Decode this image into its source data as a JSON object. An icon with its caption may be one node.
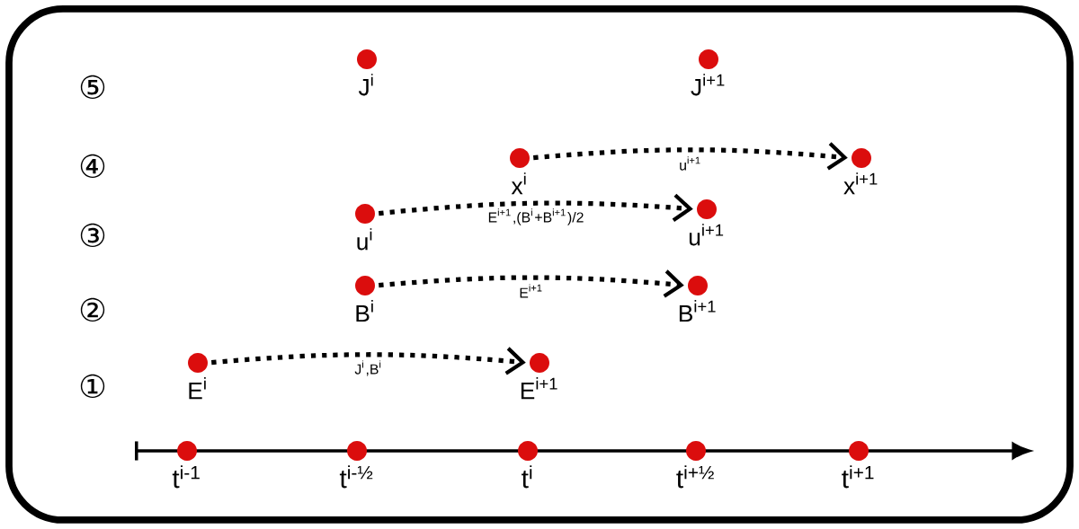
{
  "diagram": {
    "nodes": [
      {
        "text": [],
        "shape": "circle",
        "beside": [
          "J$^{i}$"
        ]
      },
      {
        "text": [],
        "shape": "circle",
        "beside": [
          "J$^{i+1}$"
        ]
      },
      {
        "text": [],
        "shape": "circle",
        "beside": [
          "x$^{i}$"
        ]
      },
      {
        "text": [],
        "shape": "circle",
        "beside": [
          "x$^{i+1}$"
        ]
      },
      {
        "text": [],
        "shape": "circle",
        "beside": [
          "u$^{i}$"
        ]
      },
      {
        "text": [],
        "shape": "circle",
        "beside": [
          "u$^{i+1}$"
        ]
      },
      {
        "text": [],
        "shape": "circle",
        "beside": [
          "B$^{i}$"
        ]
      },
      {
        "text": [],
        "shape": "circle",
        "beside": [
          "B$^{i+1}$"
        ]
      },
      {
        "text": [],
        "shape": "circle",
        "beside": [
          "E$^{i}$"
        ]
      },
      {
        "text": [],
        "shape": "circle",
        "beside": [
          "E$^{i+1}$"
        ]
      },
      {
        "text": [],
        "shape": "circle",
        "beside": [
          "t$^{i-1}$"
        ]
      },
      {
        "text": [],
        "shape": "circle",
        "beside": [
          "t$^{i-½}$"
        ]
      },
      {
        "text": [],
        "shape": "circle",
        "beside": [
          "t$^{i}$"
        ]
      },
      {
        "text": [],
        "shape": "circle",
        "beside": [
          "t$^{i+½}$"
        ]
      },
      {
        "text": [],
        "shape": "circle",
        "beside": [
          "t$^{i+1}$"
        ]
      }
    ],
    "edges": [
      {
        "from": 2,
        "to": 3,
        "arrow": "to",
        "label": "u$^{i+1}$",
        "style": "dashed"
      },
      {
        "from": 4,
        "to": 5,
        "arrow": "to",
        "label": "E$^{i+1}$,(B$^{i}$+B$^{i+1}$)/2",
        "style": "dashed"
      },
      {
        "from": 6,
        "to": 7,
        "arrow": "to",
        "label": "E$^{i+1}$",
        "style": "dashed"
      },
      {
        "from": 8,
        "to": 9,
        "arrow": "to",
        "label": "J$^{i}$,B$^{i}$",
        "style": "dashed"
      }
    ],
    "labels": [
      "⑤",
      "④",
      "③",
      "②",
      "①"
    ]
  }
}
